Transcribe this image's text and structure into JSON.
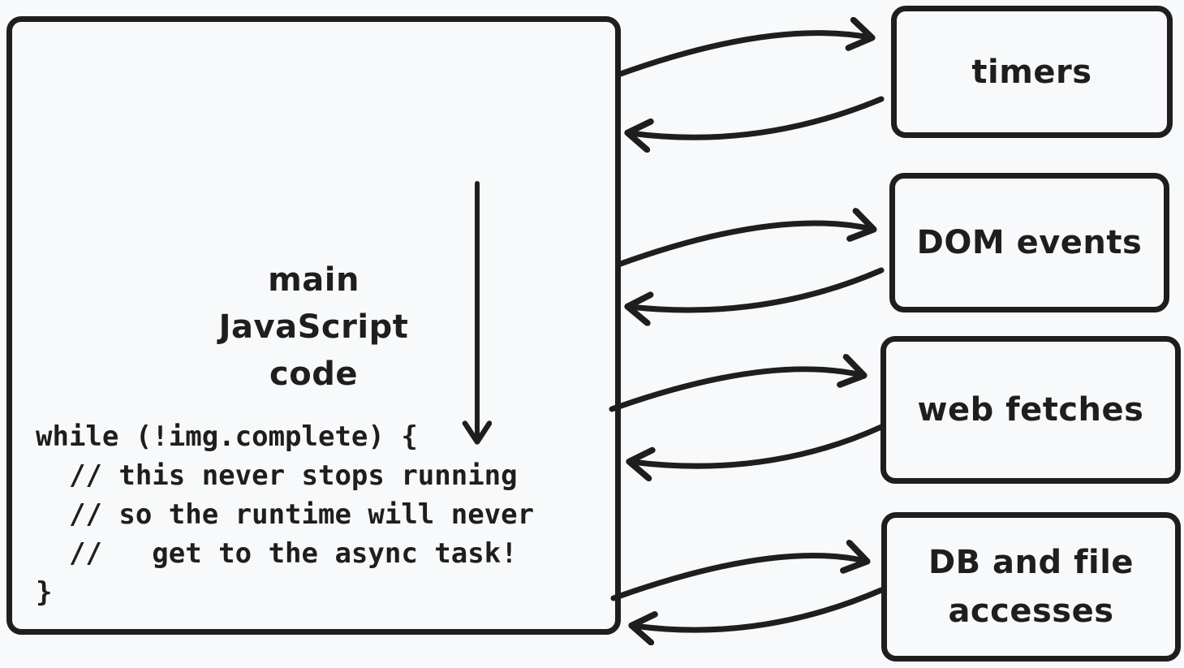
{
  "colors": {
    "ink": "#1e1e1e",
    "background": "#f8f9fa"
  },
  "main_box": {
    "title": "main\nJavaScript\ncode",
    "code": "while (!img.complete) {\n  // this never stops running\n  // so the runtime will never\n  //   get to the async task!\n}"
  },
  "task_boxes": [
    {
      "label": "timers"
    },
    {
      "label": "DOM events"
    },
    {
      "label": "web fetches"
    },
    {
      "label": "DB and file\naccesses"
    }
  ]
}
